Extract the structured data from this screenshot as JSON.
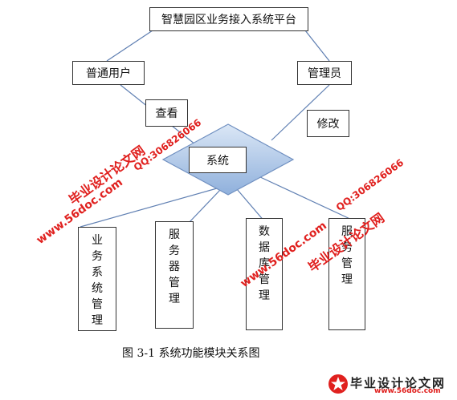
{
  "diagram": {
    "platform_title": "智慧园区业务接入系统平台",
    "user_role": "普通用户",
    "admin_role": "管理员",
    "view_label": "查看",
    "modify_label": "修改",
    "system_label": "系统",
    "modules": [
      "业务系统管理",
      "服务器管理",
      "数据库管理",
      "服务管理"
    ],
    "caption": "图 3-1 系统功能模块关系图"
  },
  "colors": {
    "diamond_fill_light": "#dbe7f6",
    "diamond_fill_dark": "#8fb0dc",
    "diamond_stroke": "#6f8fc0",
    "connector": "#5f7fb2",
    "watermark": "#e0201e"
  },
  "watermarks": {
    "name": "毕业设计论文网",
    "url": "www.56doc.com",
    "qq": "QQ:306826066"
  },
  "logo": {
    "icon": "logo-star-icon",
    "name": "毕业设计论文网",
    "url": "www.56doc.com"
  }
}
